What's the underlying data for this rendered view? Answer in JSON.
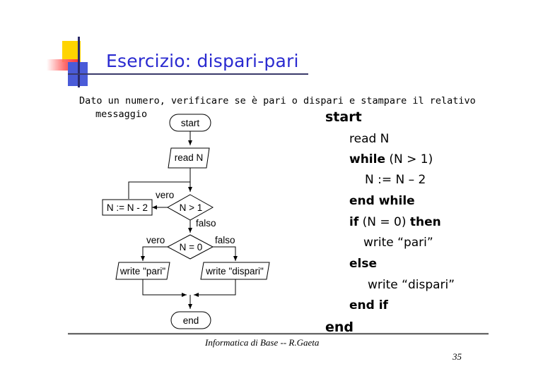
{
  "title": "Esercizio: dispari-pari",
  "intro": {
    "line1": "Dato un numero, verificare se è pari o dispari e stampare il relativo",
    "line2": "messaggio"
  },
  "flowchart": {
    "start": "start",
    "read": "read N",
    "cond1": "N > 1",
    "vero1": "vero",
    "assign": "N := N - 2",
    "falso1": "falso",
    "cond2": "N = 0",
    "vero2": "vero",
    "falso2": "falso",
    "write_pari": "write \"pari\"",
    "write_dispari": "write \"dispari\"",
    "end": "end"
  },
  "code": {
    "start": "start",
    "read": "read N",
    "while_kw": "while",
    "while_cond": " (N > 1)",
    "assign": "N := N – 2",
    "end_while": "end while",
    "if_kw": "if",
    "if_cond": " (N = 0) ",
    "then_kw": "then",
    "write_pari": "write “pari”",
    "else_kw": "else",
    "write_dispari": "write “dispari”",
    "end_if": "end if",
    "end": "end"
  },
  "footer": "Informatica di Base -- R.Gaeta",
  "page_number": "35"
}
